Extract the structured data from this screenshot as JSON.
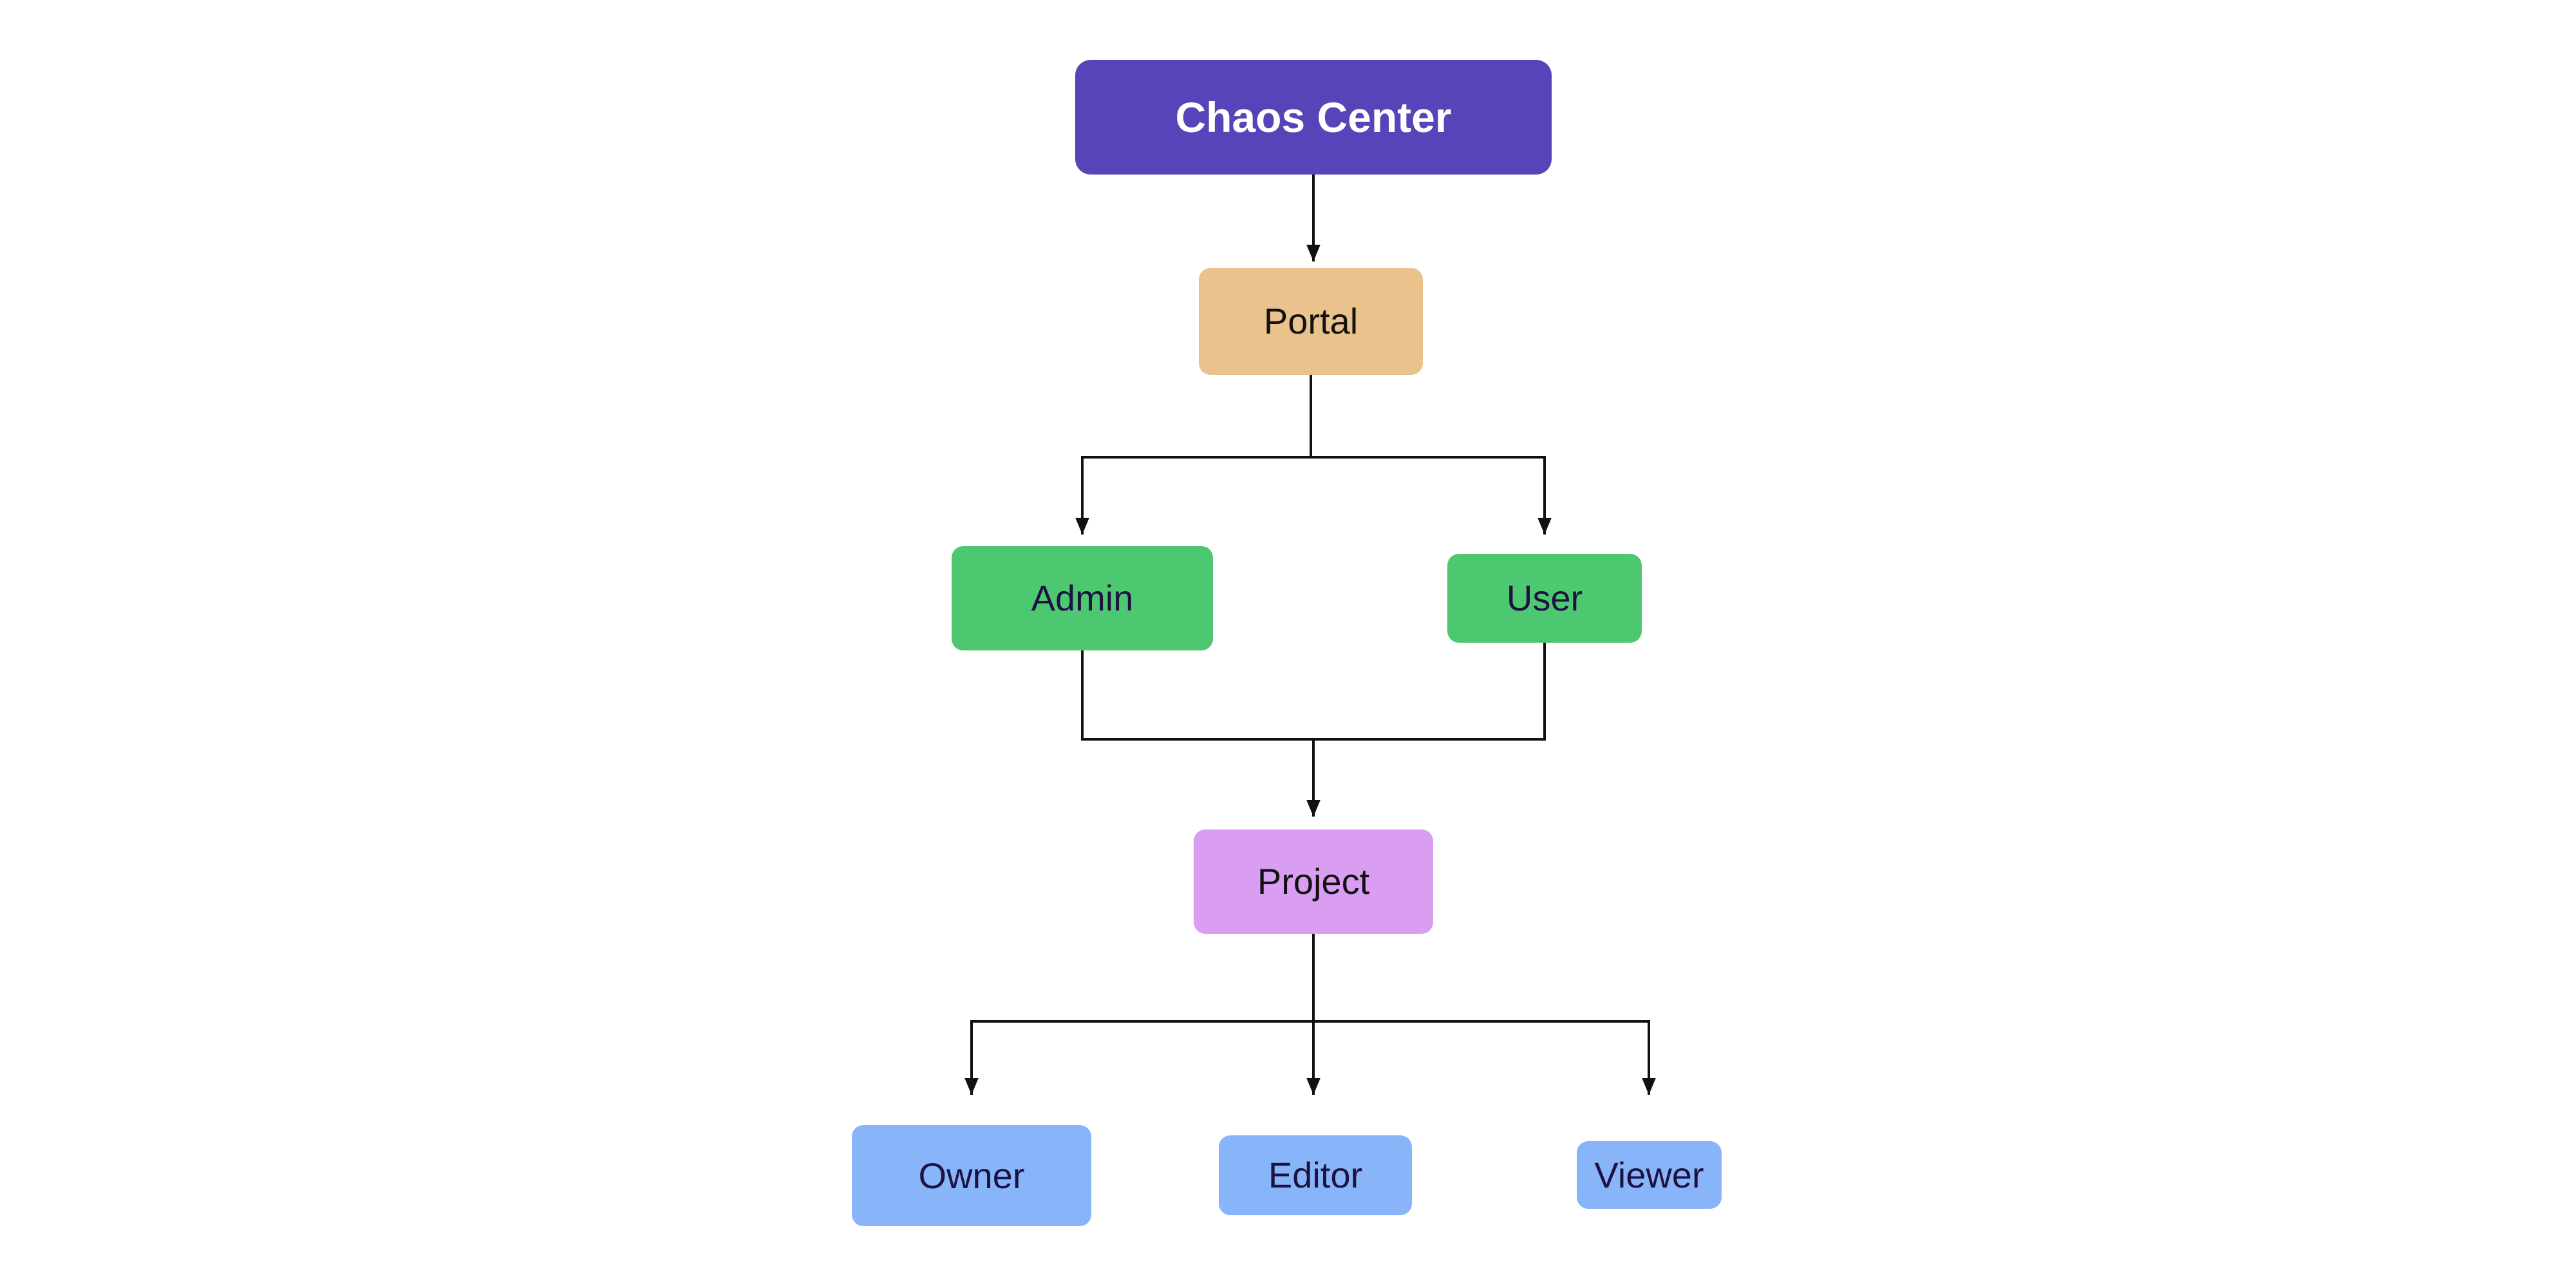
{
  "diagram": {
    "type": "flowchart",
    "background": "#ffffff",
    "connector_color": "#111111",
    "nodes": {
      "chaos_center": {
        "label": "Chaos Center",
        "fill": "#5843b8",
        "text_color": "#ffffff"
      },
      "portal": {
        "label": "Portal",
        "fill": "#e9c28c",
        "text_color": "#111111"
      },
      "admin": {
        "label": "Admin",
        "fill": "#4dc870",
        "text_color": "#1d1240"
      },
      "user": {
        "label": "User",
        "fill": "#4dc870",
        "text_color": "#1d1240"
      },
      "project": {
        "label": "Project",
        "fill": "#d99ef2",
        "text_color": "#111111"
      },
      "owner": {
        "label": "Owner",
        "fill": "#88b4fa",
        "text_color": "#1d1240"
      },
      "editor": {
        "label": "Editor",
        "fill": "#88b4fa",
        "text_color": "#1d1240"
      },
      "viewer": {
        "label": "Viewer",
        "fill": "#88b4fa",
        "text_color": "#1d1240"
      }
    },
    "edges": [
      {
        "from": "Chaos Center",
        "to": "Portal"
      },
      {
        "from": "Portal",
        "to": "Admin"
      },
      {
        "from": "Portal",
        "to": "User"
      },
      {
        "from": "Admin",
        "to": "Project"
      },
      {
        "from": "User",
        "to": "Project"
      },
      {
        "from": "Project",
        "to": "Owner"
      },
      {
        "from": "Project",
        "to": "Editor"
      },
      {
        "from": "Project",
        "to": "Viewer"
      }
    ]
  }
}
